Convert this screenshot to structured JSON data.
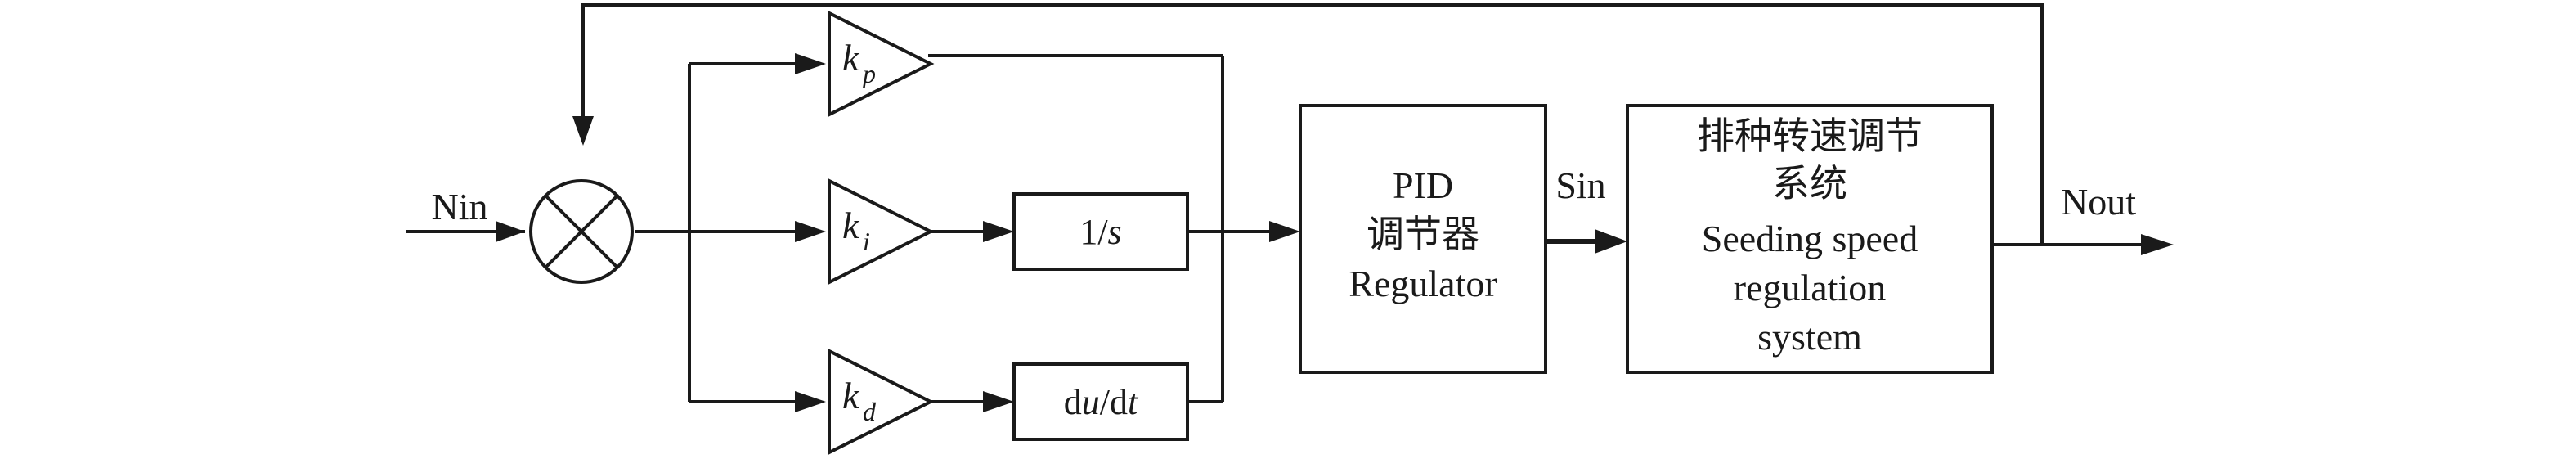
{
  "input_label": "Nin",
  "output_label": "Nout",
  "signal_label": "Sin",
  "gains": {
    "kp": {
      "k": "k",
      "sub": "p"
    },
    "ki": {
      "k": "k",
      "sub": "i"
    },
    "kd": {
      "k": "k",
      "sub": "d"
    }
  },
  "integrator": {
    "num": "1/",
    "var": "s"
  },
  "derivative": {
    "d1": "d",
    "u": "u",
    "slash": "/d",
    "t": "t"
  },
  "pid_block": {
    "line1": "PID",
    "line2": "调节器",
    "line3": "Regulator"
  },
  "plant_block": {
    "line1": "排种转速调节",
    "line2": "系统",
    "line3": "Seeding speed",
    "line4": "regulation",
    "line5": "system"
  }
}
